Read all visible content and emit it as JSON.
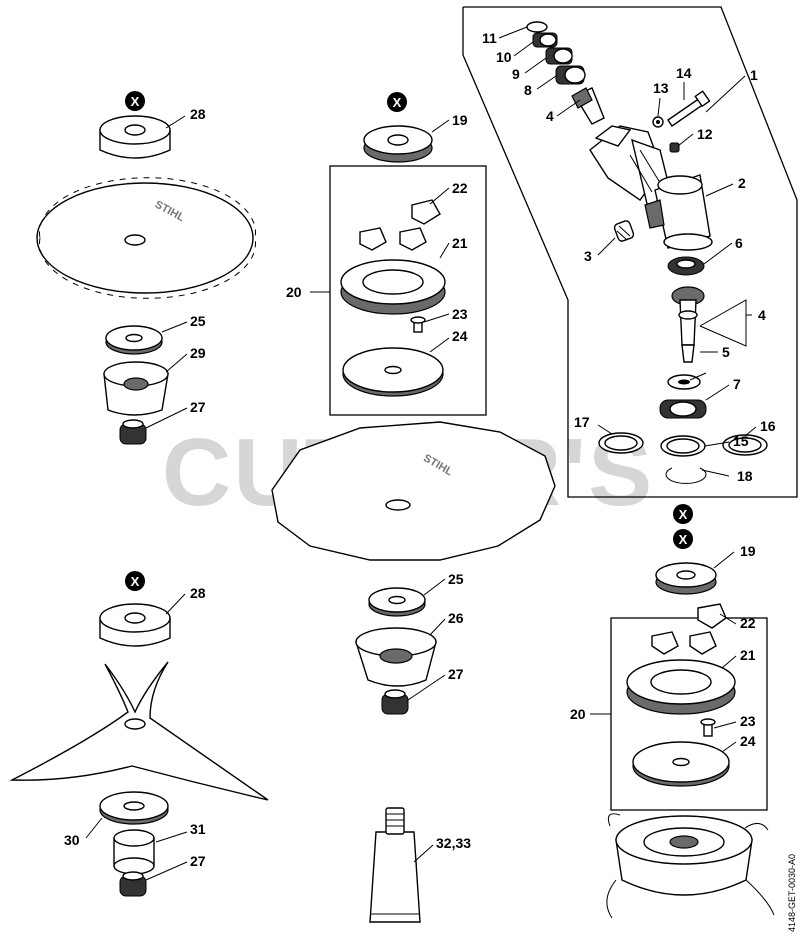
{
  "watermark": "CUTLER'S",
  "drawing_code": "4148-GET-0030-A0",
  "blade_brand": "STIHL",
  "x_marker": "X",
  "labels": {
    "l1": "1",
    "l2": "2",
    "l3": "3",
    "l4a": "4",
    "l4b": "4",
    "l5": "5",
    "l6": "6",
    "l7": "7",
    "l8": "8",
    "l9": "9",
    "l10": "10",
    "l11": "11",
    "l12": "12",
    "l13": "13",
    "l14": "14",
    "l15": "15",
    "l16": "16",
    "l17": "17",
    "l18": "18",
    "l19a": "19",
    "l19b": "19",
    "l20a": "20",
    "l20b": "20",
    "l21a": "21",
    "l21b": "21",
    "l22a": "22",
    "l22b": "22",
    "l23a": "23",
    "l23b": "23",
    "l24a": "24",
    "l24b": "24",
    "l25a": "25",
    "l25b": "25",
    "l26": "26",
    "l27a": "27",
    "l27b": "27",
    "l27c": "27",
    "l28a": "28",
    "l28b": "28",
    "l29": "29",
    "l30": "30",
    "l31": "31",
    "l3233": "32,33"
  }
}
